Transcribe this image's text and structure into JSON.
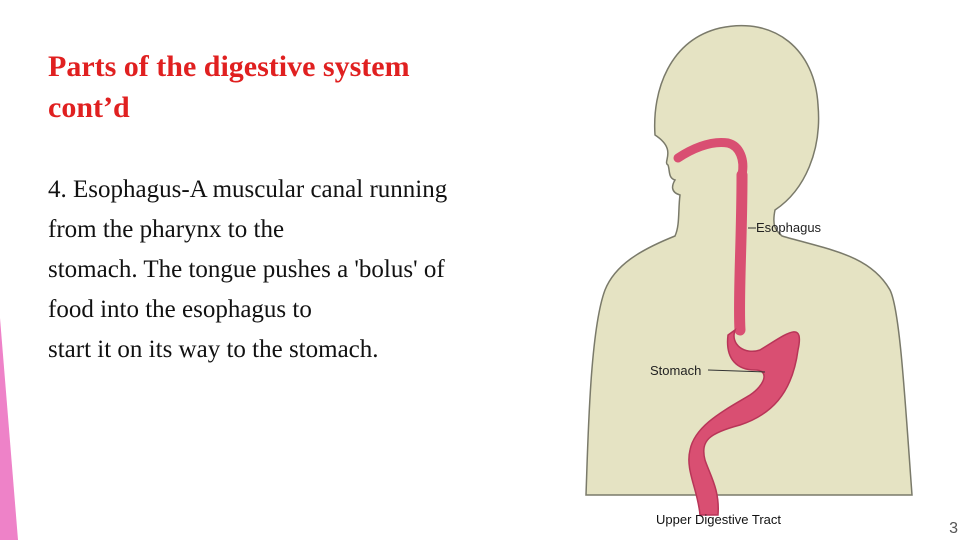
{
  "slide": {
    "title_lines": [
      "Parts of the digestive system",
      "cont’d"
    ],
    "body_lines": [
      "4. Esophagus-A muscular canal running",
      "from the pharynx to the",
      "stomach. The tongue pushes a 'bolus' of",
      "food into the esophagus to",
      "start it on its way to the stomach."
    ],
    "colors": {
      "title": "#e02020",
      "accent": "#ee82c8",
      "skin": "#e5e3c3",
      "organ": "#d94f72"
    }
  },
  "figure": {
    "label_esophagus": "Esophagus",
    "label_stomach": "Stomach",
    "caption": "Upper Digestive Tract"
  },
  "page_number": "3"
}
